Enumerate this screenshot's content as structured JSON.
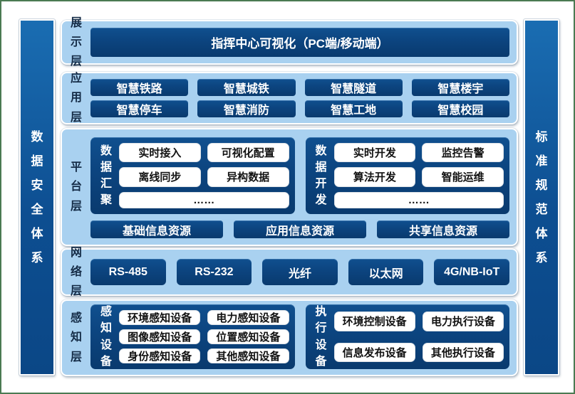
{
  "colors": {
    "frame_border": "#4b7a52",
    "layer_bg": "#a9d1f0",
    "navy": "#0c447f",
    "pillar_blue": "#0d4e91",
    "pill_bg": "#ffffff"
  },
  "sidebars": {
    "left": "数据安全体系",
    "right": "标准规范体系"
  },
  "layers": {
    "presentation": {
      "label": "展示层",
      "banner": "指挥中心可视化（PC端/移动端）"
    },
    "application": {
      "label": "应用层",
      "items": [
        "智慧铁路",
        "智慧城铁",
        "智慧隧道",
        "智慧楼宇",
        "智慧停车",
        "智慧消防",
        "智慧工地",
        "智慧校园"
      ]
    },
    "platform": {
      "label": "平台层",
      "groups": [
        {
          "label": "数据汇聚",
          "pills": [
            "实时接入",
            "可视化配置",
            "离线同步",
            "异构数据"
          ],
          "more": "……"
        },
        {
          "label": "数据开发",
          "pills": [
            "实时开发",
            "监控告警",
            "算法开发",
            "智能运维"
          ],
          "more": "……"
        }
      ],
      "resources": [
        "基础信息资源",
        "应用信息资源",
        "共享信息资源"
      ]
    },
    "network": {
      "label": "网络层",
      "items": [
        "RS-485",
        "RS-232",
        "光纤",
        "以太网",
        "4G/NB-IoT"
      ]
    },
    "perception": {
      "label": "感知层",
      "groups": [
        {
          "label": "感知设备",
          "pills": [
            "环境感知设备",
            "电力感知设备",
            "图像感知设备",
            "位置感知设备",
            "身份感知设备",
            "其他感知设备"
          ]
        },
        {
          "label": "执行设备",
          "pills": [
            "环境控制设备",
            "电力执行设备",
            "信息发布设备",
            "其他执行设备"
          ]
        }
      ]
    }
  }
}
